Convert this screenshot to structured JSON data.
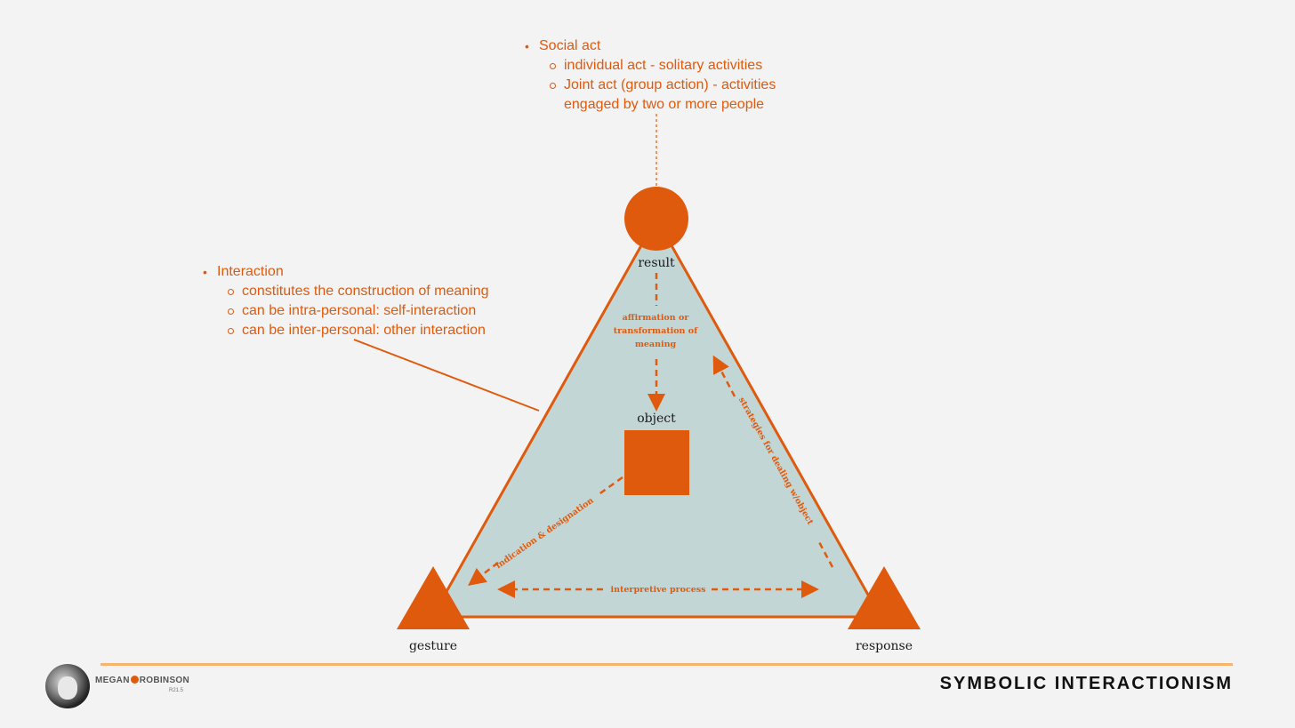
{
  "top_notes": {
    "heading": "Social act",
    "items": [
      "individual act - solitary activities",
      "Joint act (group action) - activities",
      "engaged by two or more people"
    ]
  },
  "left_notes": {
    "heading": "Interaction",
    "items": [
      "constitutes the construction of meaning",
      "can be intra-personal: self-interaction",
      "can be inter-personal: other interaction"
    ]
  },
  "nodes": {
    "result": "result",
    "object": "object",
    "gesture": "gesture",
    "response": "response"
  },
  "edges": {
    "meaning": [
      "affirmation or",
      "transformation of",
      "meaning"
    ],
    "indication": "indication & designation",
    "strategies": "strategies for dealing w/object",
    "interpretive": "interpretive process"
  },
  "footer": {
    "brand_left": "MEGAN",
    "brand_right": "ROBINSON",
    "brand_sub": "R21.5",
    "title": "SYMBOLIC INTERACTIONISM"
  },
  "colors": {
    "accent": "#e05a0d",
    "triangle_fill": "#c3d6d6",
    "footer_line": "#f6b46d",
    "background": "#f3f3f3"
  }
}
